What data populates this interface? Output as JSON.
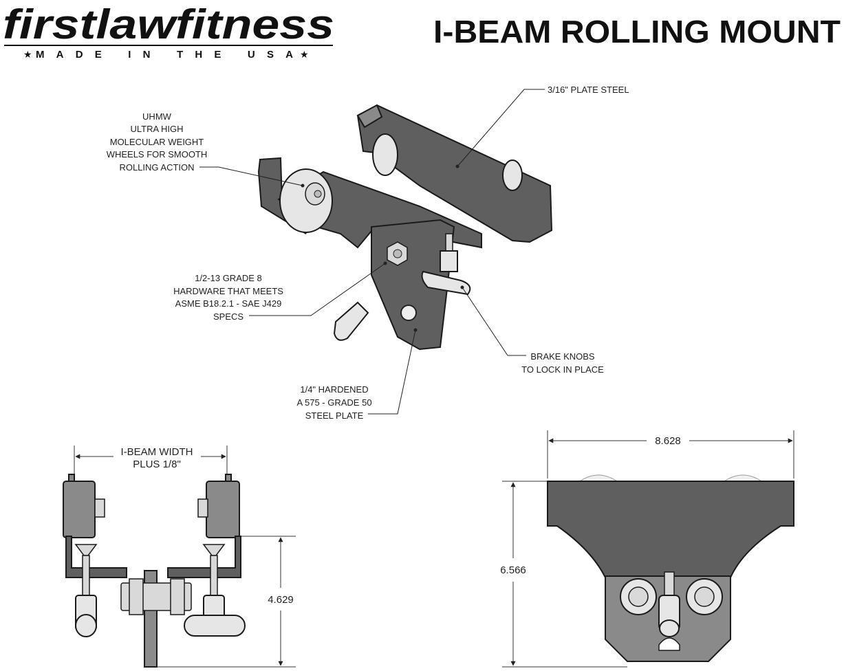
{
  "brand": {
    "name": "firstlawfitness",
    "tagline": "MADE IN THE USA"
  },
  "title": "I-BEAM ROLLING MOUNT",
  "callouts": {
    "plate_steel": [
      "3/16\" PLATE STEEL"
    ],
    "uhmw": [
      "UHMW",
      "ULTRA HIGH",
      "MOLECULAR WEIGHT",
      "WHEELS FOR SMOOTH",
      "ROLLING ACTION"
    ],
    "hardware": [
      "1/2-13 GRADE 8",
      "HARDWARE THAT MEETS",
      "ASME B18.2.1 - SAE J429",
      "SPECS"
    ],
    "brake": [
      "BRAKE KNOBS",
      "TO LOCK IN PLACE"
    ],
    "hardened": [
      "1/4\" HARDENED",
      "A 575 - GRADE 50",
      "STEEL PLATE"
    ]
  },
  "dimensions": {
    "ibeam_width": [
      "I-BEAM WIDTH",
      "PLUS 1/8\""
    ],
    "height_side": "4.629",
    "width_front": "8.628",
    "height_front": "6.566"
  },
  "colors": {
    "steel_dark": "#5f5f5f",
    "steel_mid": "#8a8a8a",
    "uhmw_white": "#e6e6e6"
  }
}
